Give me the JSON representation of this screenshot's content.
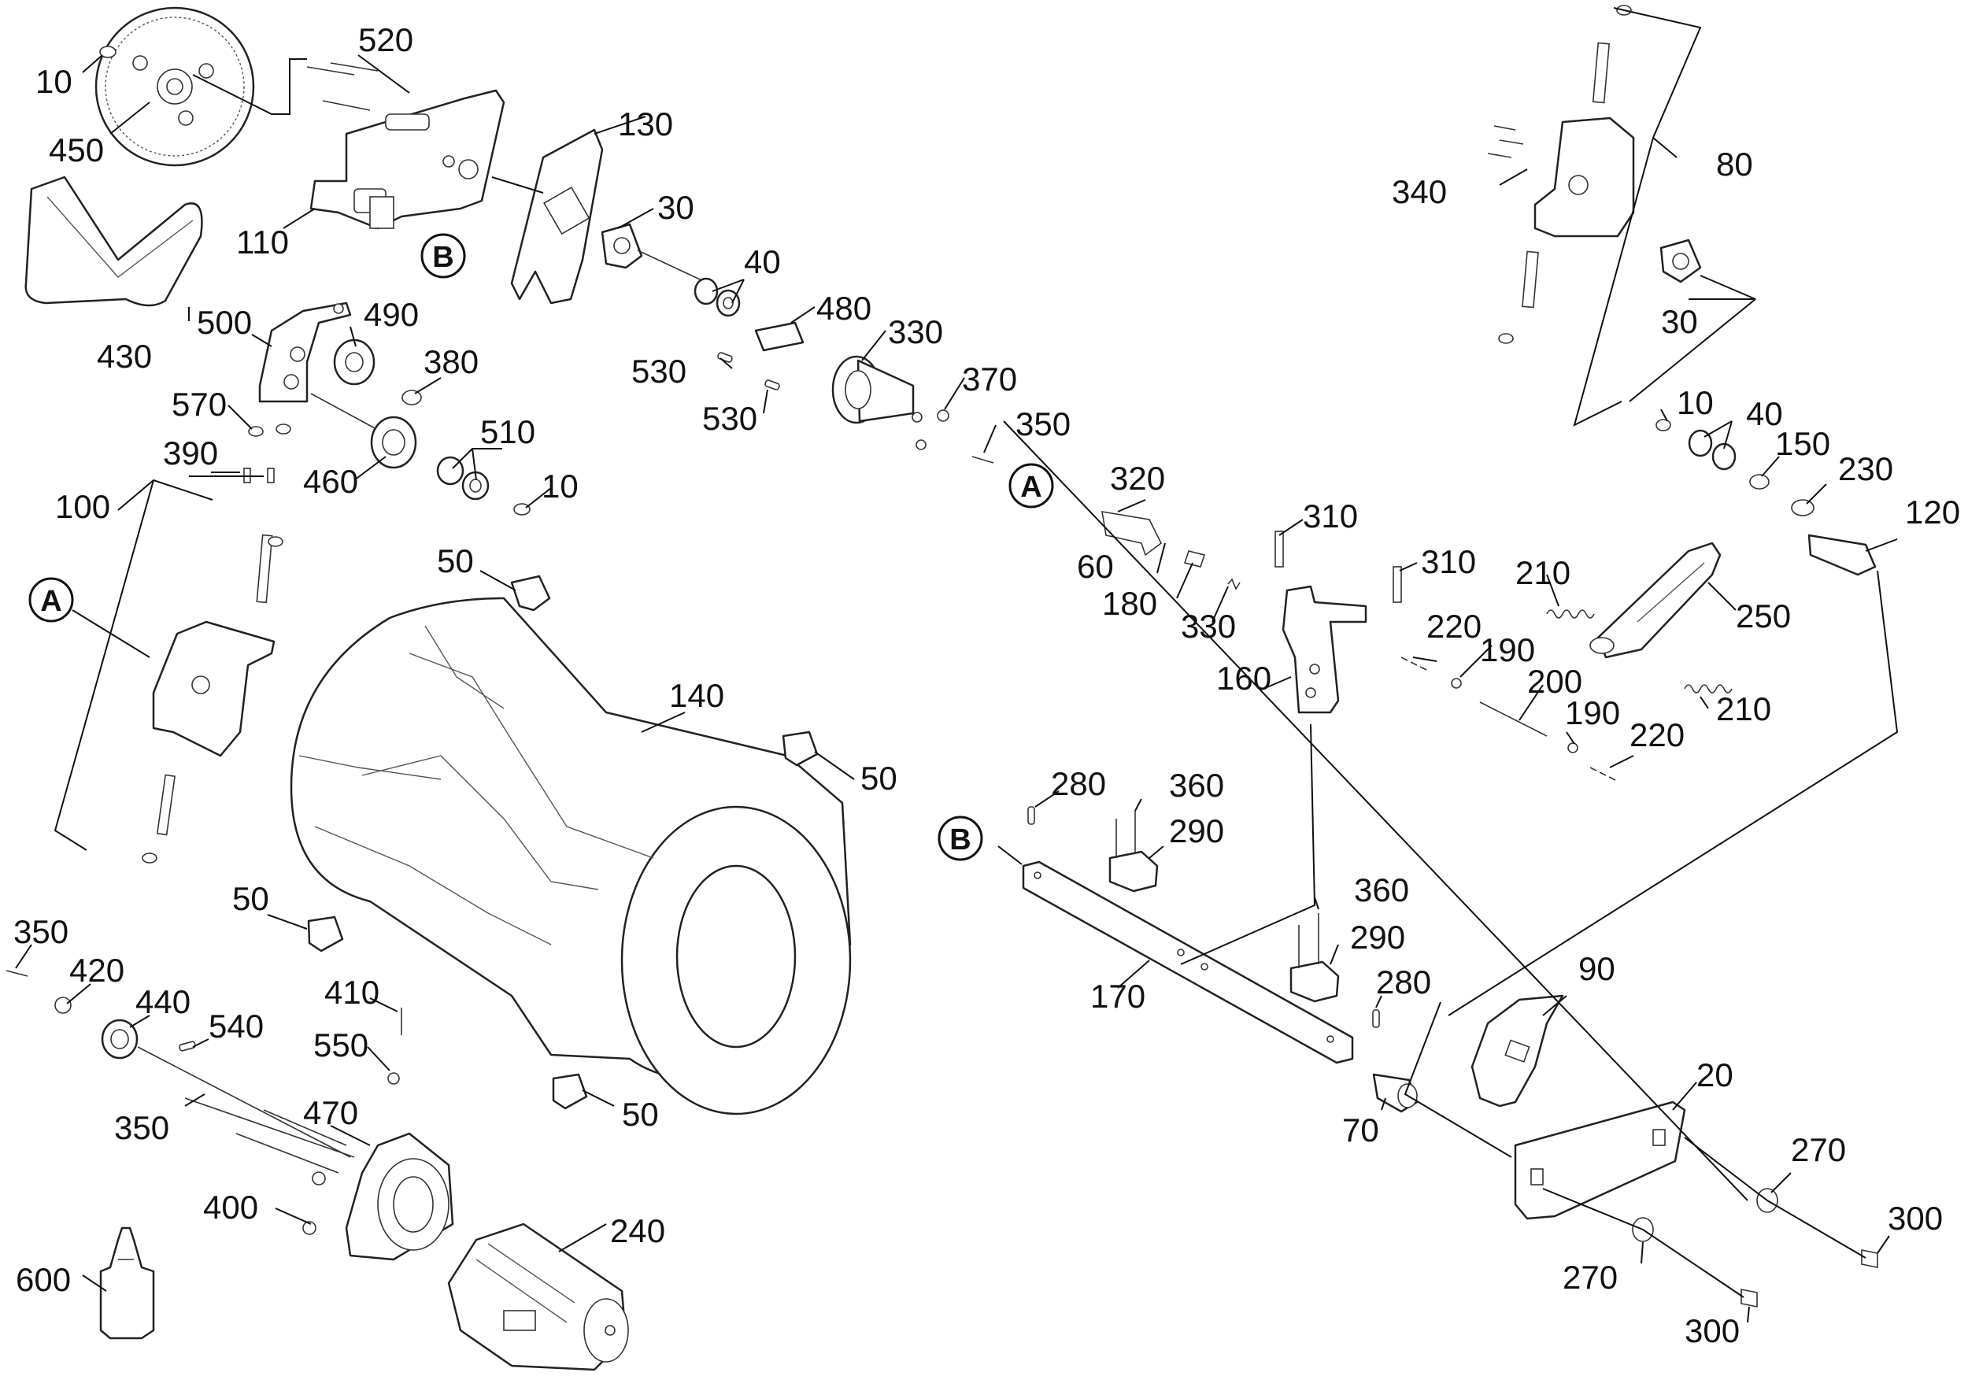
{
  "diagram": {
    "part_labels": [
      "10",
      "450",
      "520",
      "110",
      "130",
      "30",
      "40",
      "480",
      "330",
      "370",
      "350",
      "430",
      "500",
      "490",
      "380",
      "570",
      "390",
      "460",
      "510",
      "10",
      "530",
      "530",
      "100",
      "50",
      "140",
      "50",
      "50",
      "50",
      "350",
      "420",
      "440",
      "540",
      "410",
      "550",
      "350",
      "470",
      "400",
      "600",
      "240",
      "80",
      "340",
      "30",
      "10",
      "40",
      "150",
      "230",
      "120",
      "320",
      "60",
      "180",
      "330",
      "310",
      "310",
      "160",
      "210",
      "250",
      "220",
      "190",
      "200",
      "190",
      "220",
      "210",
      "280",
      "360",
      "290",
      "170",
      "360",
      "290",
      "280",
      "90",
      "70",
      "20",
      "270",
      "300",
      "270",
      "300"
    ],
    "callouts": [
      "B",
      "A",
      "A",
      "B"
    ]
  }
}
